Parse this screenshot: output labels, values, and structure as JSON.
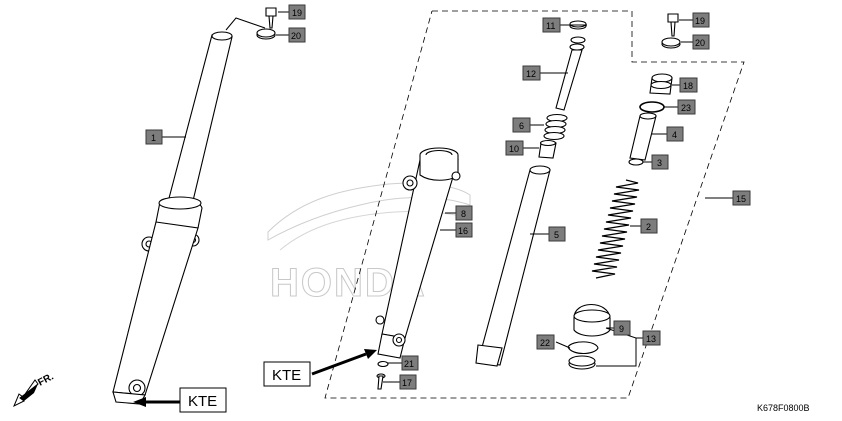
{
  "diagram": {
    "reference_code": "K678F0800B",
    "direction_label": "FR.",
    "watermark": "HONDA",
    "kte_labels": [
      "KTE",
      "KTE"
    ],
    "callouts": [
      "1",
      "19",
      "20",
      "11",
      "12",
      "6",
      "10",
      "8",
      "16",
      "5",
      "21",
      "17",
      "22",
      "9",
      "13",
      "19",
      "20",
      "18",
      "23",
      "4",
      "3",
      "2",
      "15"
    ]
  }
}
